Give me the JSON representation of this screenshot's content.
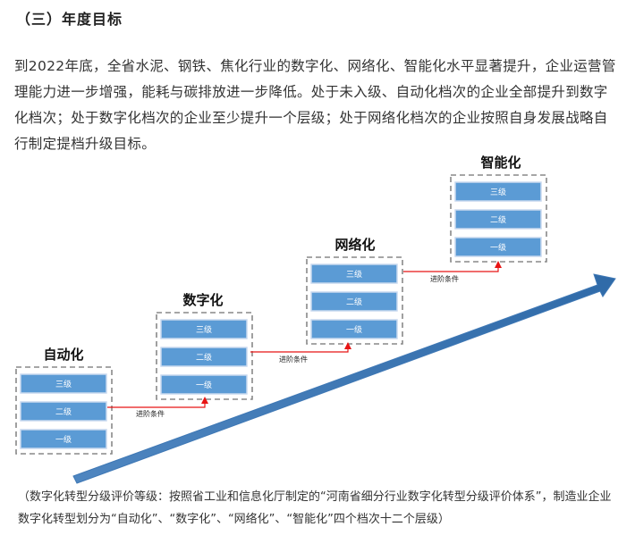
{
  "section_title": "（三）年度目标",
  "paragraph": "到2022年底，全省水泥、钢铁、焦化行业的数字化、网络化、智能化水平显著提升，企业运营管理能力进一步增强，能耗与碳排放进一步降低。处于未入级、自动化档次的企业全部提升到数字化档次；处于数字化档次的企业至少提升一个层级；处于网络化档次的企业按照自身发展战略自行制定提档升级目标。",
  "diagram": {
    "levels": [
      {
        "title": "自动化",
        "tiers": [
          "三级",
          "二级",
          "一级"
        ]
      },
      {
        "title": "数字化",
        "tiers": [
          "三级",
          "二级",
          "一级"
        ]
      },
      {
        "title": "网络化",
        "tiers": [
          "三级",
          "二级",
          "一级"
        ]
      },
      {
        "title": "智能化",
        "tiers": [
          "三级",
          "二级",
          "一级"
        ]
      }
    ],
    "condition_label": "进阶条件",
    "colors": {
      "box_fill": "#5b9bd5",
      "box_stroke": "#c9d9ef",
      "dashed_border": "#888888",
      "connector": "#e81414",
      "arrow": "#3f78b5"
    }
  },
  "caption": "（数字化转型分级评价等级：按照省工业和信息化厅制定的“河南省细分行业数字化转型分级评价体系”，制造业企业数字化转型划分为“自动化”、“数字化”、“网络化”、“智能化”四个档次十二个层级）"
}
